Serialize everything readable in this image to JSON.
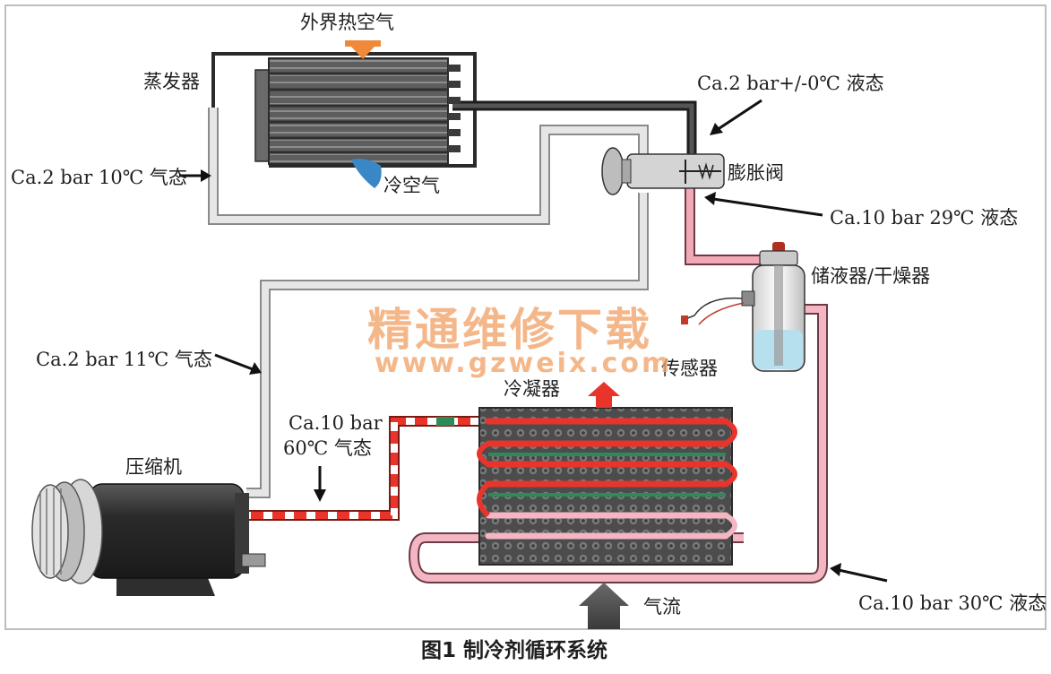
{
  "labels": {
    "outside_hot_air": "外界热空气",
    "evaporator": "蒸发器",
    "cold_air": "冷空气",
    "expansion_valve": "膨胀阀",
    "receiver_dryer": "储液器/干燥器",
    "sensor": "传感器",
    "condenser": "冷凝器",
    "compressor": "压缩机",
    "airflow": "气流"
  },
  "states": {
    "evap_outlet": "Ca.2 bar 10℃ 气态",
    "valve_outlet": "Ca.2 bar+/-0℃ 液态",
    "valve_inlet": "Ca.10 bar 29℃ 液态",
    "suction_line": "Ca.2 bar 11℃ 气态",
    "discharge_line_1": "Ca.10 bar",
    "discharge_line_2": "60℃ 气态",
    "condenser_outlet": "Ca.10 bar 30℃ 液态"
  },
  "watermark": {
    "line1": "精通维修下载",
    "line2": "www.gzweix.com"
  },
  "caption": "图1 制冷剂循环系统",
  "colors": {
    "low_pressure_gas": "#e6e6e6",
    "low_pressure_liquid": "#333333",
    "high_pressure_liquid": "#f1a9b6",
    "high_pressure_gas": "#e8342b",
    "condenser_tube_hot": "#e8342b",
    "condenser_tube_mid": "#2e8b57",
    "condenser_tube_cool": "#f4b6c2"
  }
}
